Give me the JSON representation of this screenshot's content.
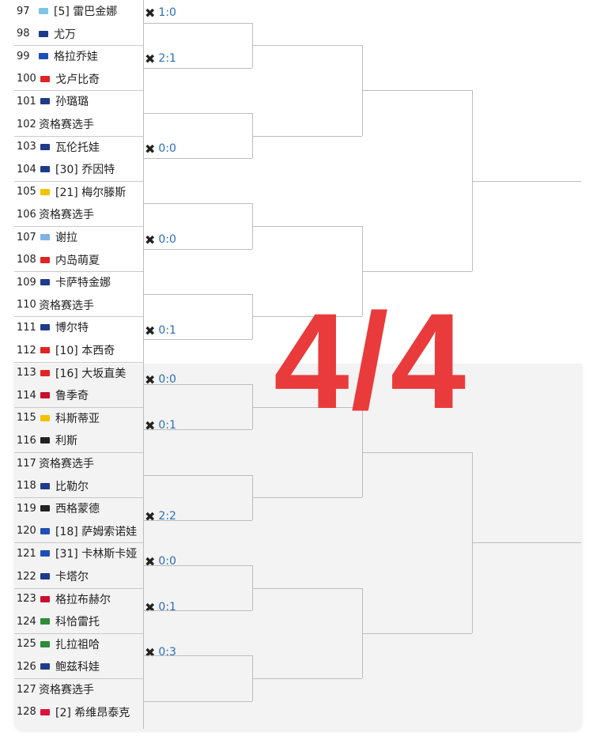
{
  "watermark": "4/4",
  "players": [
    {
      "num": "97",
      "flag": "#7fc4e8",
      "name": "[5] 雷巴金娜"
    },
    {
      "num": "98",
      "flag": "#1e3a8a",
      "name": "尤万"
    },
    {
      "num": "99",
      "flag": "#1d4fb8",
      "name": "格拉乔娃"
    },
    {
      "num": "100",
      "flag": "#e02424",
      "name": "戈卢比奇"
    },
    {
      "num": "101",
      "flag": "#1e3a8a",
      "name": "孙璐璐"
    },
    {
      "num": "102",
      "flag": "",
      "name": "资格赛选手"
    },
    {
      "num": "103",
      "flag": "#1e3a8a",
      "name": "瓦伦托娃"
    },
    {
      "num": "104",
      "flag": "#1e3a8a",
      "name": "[30] 乔因特"
    },
    {
      "num": "105",
      "flag": "#f2c200",
      "name": "[21] 梅尔滕斯"
    },
    {
      "num": "106",
      "flag": "",
      "name": "资格赛选手"
    },
    {
      "num": "107",
      "flag": "#7fb2e5",
      "name": "谢拉"
    },
    {
      "num": "108",
      "flag": "#e02424",
      "name": "内岛萌夏"
    },
    {
      "num": "109",
      "flag": "#1e3a8a",
      "name": "卡萨特金娜"
    },
    {
      "num": "110",
      "flag": "",
      "name": "资格赛选手"
    },
    {
      "num": "111",
      "flag": "#1e3a8a",
      "name": "博尔特"
    },
    {
      "num": "112",
      "flag": "#e02424",
      "name": "[10] 本西奇"
    },
    {
      "num": "113",
      "flag": "#e02424",
      "name": "[16] 大坂直美"
    },
    {
      "num": "114",
      "flag": "#c8102e",
      "name": "鲁季奇"
    },
    {
      "num": "115",
      "flag": "#f2c200",
      "name": "科斯蒂亚"
    },
    {
      "num": "116",
      "flag": "#222222",
      "name": "利斯"
    },
    {
      "num": "117",
      "flag": "",
      "name": "资格赛选手"
    },
    {
      "num": "118",
      "flag": "#1e3a8a",
      "name": "比勒尔"
    },
    {
      "num": "119",
      "flag": "#222222",
      "name": "西格蒙德"
    },
    {
      "num": "120",
      "flag": "#1d4fb8",
      "name": "[18] 萨姆索诺娃"
    },
    {
      "num": "121",
      "flag": "#1d4fb8",
      "name": "[31] 卡林斯卡娅"
    },
    {
      "num": "122",
      "flag": "#1e3a8a",
      "name": "卡塔尔"
    },
    {
      "num": "123",
      "flag": "#c8102e",
      "name": "格拉布赫尔"
    },
    {
      "num": "124",
      "flag": "#2e8b3a",
      "name": "科恰雷托"
    },
    {
      "num": "125",
      "flag": "#2e8b3a",
      "name": "扎拉祖哈"
    },
    {
      "num": "126",
      "flag": "#1e3a8a",
      "name": "鲍兹科娃"
    },
    {
      "num": "127",
      "flag": "",
      "name": "资格赛选手"
    },
    {
      "num": "128",
      "flag": "#dc143c",
      "name": "[2] 希维昂泰克"
    }
  ],
  "h2h": [
    {
      "icon": "crossed-rackets-icon",
      "glyph": "✖",
      "score": "1:0"
    },
    {
      "icon": "crossed-rackets-icon",
      "glyph": "✖",
      "score": "2:1"
    },
    {
      "icon": "crossed-rackets-icon",
      "glyph": "✖",
      "score": "0:0"
    },
    {
      "icon": "crossed-rackets-icon",
      "glyph": "✖",
      "score": "0:0"
    },
    {
      "icon": "crossed-rackets-icon",
      "glyph": "✖",
      "score": "0:1"
    },
    {
      "icon": "crossed-rackets-icon",
      "glyph": "✖",
      "score": "0:0"
    },
    {
      "icon": "crossed-rackets-icon",
      "glyph": "✖",
      "score": "0:1"
    },
    {
      "icon": "crossed-rackets-icon",
      "glyph": "✖",
      "score": "2:2"
    },
    {
      "icon": "crossed-rackets-icon",
      "glyph": "✖",
      "score": "0:0"
    },
    {
      "icon": "crossed-rackets-icon",
      "glyph": "✖",
      "score": "0:1"
    },
    {
      "icon": "crossed-rackets-icon",
      "glyph": "✖",
      "score": "0:3"
    }
  ]
}
